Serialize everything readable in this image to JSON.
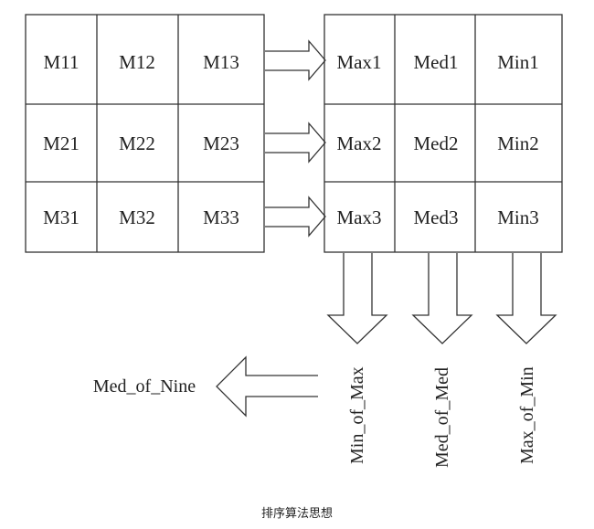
{
  "input_matrix": {
    "rows": [
      [
        "M11",
        "M12",
        "M13"
      ],
      [
        "M21",
        "M22",
        "M23"
      ],
      [
        "M31",
        "M32",
        "M33"
      ]
    ]
  },
  "sorted_matrix": {
    "rows": [
      [
        "Max1",
        "Med1",
        "Min1"
      ],
      [
        "Max2",
        "Med2",
        "Min2"
      ],
      [
        "Max3",
        "Med3",
        "Min3"
      ]
    ]
  },
  "column_results": [
    "Min_of_Max",
    "Med_of_Med",
    "Max_of_Min"
  ],
  "final_result": "Med_of_Nine",
  "caption": "排序算法思想"
}
